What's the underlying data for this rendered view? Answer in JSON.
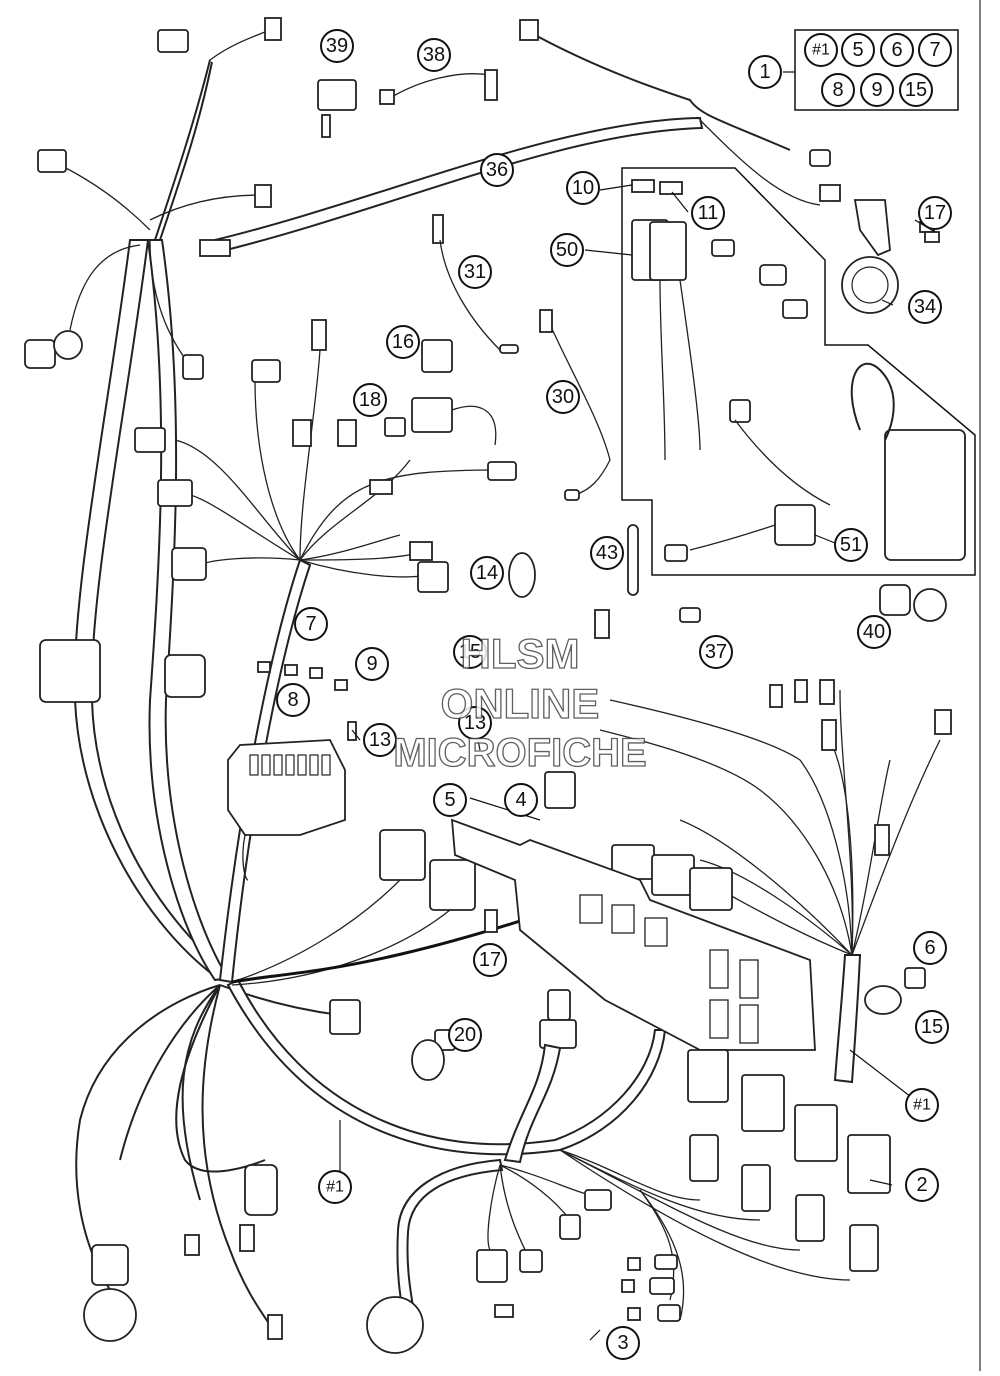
{
  "watermark": {
    "line1": "HLSM",
    "line2": "ONLINE",
    "line3": "MICROFICHE"
  },
  "callouts": {
    "c1": "1",
    "c2": "2",
    "c3": "3",
    "c4": "4",
    "c5": "5",
    "c6": "6",
    "c7": "7",
    "c8": "8",
    "c9": "9",
    "c10": "10",
    "c11": "11",
    "c13a": "13",
    "c13b": "13",
    "c14": "14",
    "c15": "15",
    "c15b": "15",
    "c16": "16",
    "c17a": "17",
    "c17b": "17",
    "c18": "18",
    "c20": "20",
    "c30": "30",
    "c31": "31",
    "c34": "34",
    "c36": "36",
    "c37": "37",
    "c38": "38",
    "c39": "39",
    "c40": "40",
    "c43": "43",
    "c50": "50",
    "c51": "51",
    "hash1_a": "#1",
    "hash1_b": "#1",
    "hash1_c": "#1"
  },
  "kit_box": {
    "k1": "#1",
    "k5": "5",
    "k6": "6",
    "k7": "7",
    "k8": "8",
    "k9": "9",
    "k15": "15"
  }
}
